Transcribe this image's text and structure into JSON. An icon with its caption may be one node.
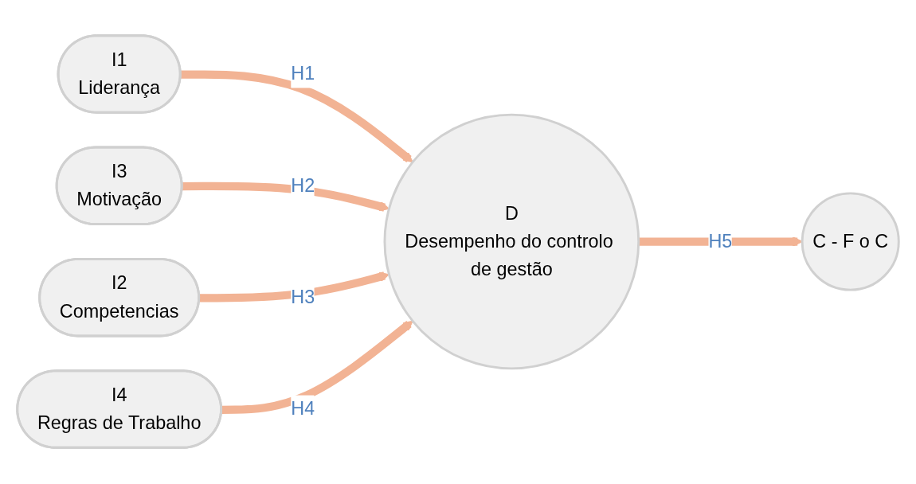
{
  "diagram": {
    "nodes": [
      {
        "text": [
          "I1",
          "Liderança"
        ]
      },
      {
        "text": [
          "I3",
          "Motivação"
        ]
      },
      {
        "text": [
          "I2",
          "Competencias"
        ]
      },
      {
        "text": [
          "I4",
          "Regras de Trabalho"
        ]
      },
      {
        "text": [
          "D",
          "Desempenho do controlo de gestão"
        ]
      },
      {
        "text": [
          "C - F o C"
        ]
      }
    ],
    "edges": [
      {
        "from": 0,
        "to": 4,
        "arrow": "to",
        "label": "H1"
      },
      {
        "from": 1,
        "to": 4,
        "arrow": "to",
        "label": "H2"
      },
      {
        "from": 2,
        "to": 4,
        "arrow": "to",
        "label": "H3"
      },
      {
        "from": 3,
        "to": 4,
        "arrow": "to",
        "label": "H4"
      },
      {
        "from": 4,
        "to": 5,
        "arrow": "to",
        "label": "H5"
      }
    ]
  }
}
